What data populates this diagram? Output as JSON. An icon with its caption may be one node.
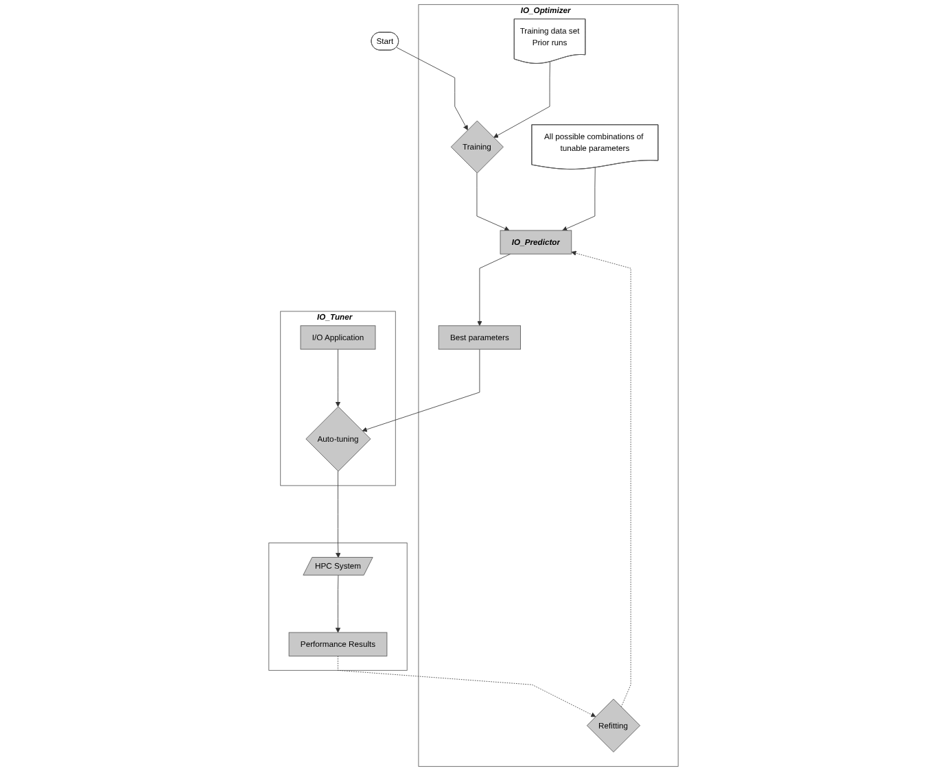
{
  "diagram": {
    "nodes": [
      {
        "text": [
          "Start"
        ]
      },
      {
        "text": [
          "IO_Optimizer"
        ]
      },
      {
        "text": [
          "Training data set",
          "Prior runs"
        ],
        "in": 1
      },
      {
        "text": [
          "Training"
        ],
        "in": 1
      },
      {
        "text": [
          "All possible combinations of tunable parameters"
        ],
        "in": 1
      },
      {
        "text": [
          "IO_Predictor"
        ],
        "in": 1
      },
      {
        "text": [
          "Refitting"
        ],
        "in": 1
      },
      {
        "text": [
          "Best parameters"
        ],
        "in": 1
      },
      {
        "text": [
          "IO_Tuner"
        ]
      },
      {
        "text": [
          "I/O Application"
        ],
        "in": 8
      },
      {
        "text": [
          "Auto-tuning"
        ],
        "in": 8
      },
      {
        "text": [],
        "shape": "box"
      },
      {
        "text": [
          "Performance Results"
        ],
        "in": 11
      },
      {
        "text": [
          "HPC System"
        ],
        "in": 11
      }
    ],
    "edges": [
      {
        "from": 0,
        "to": 3,
        "arrow": "to"
      },
      {
        "from": 2,
        "to": 3,
        "arrow": "to"
      },
      {
        "from": 3,
        "to": 5,
        "arrow": "to"
      },
      {
        "from": 4,
        "to": 5,
        "arrow": "to"
      },
      {
        "from": 6,
        "to": 5,
        "arrow": "to",
        "style": "dashed"
      },
      {
        "from": 5,
        "to": 7,
        "arrow": "to"
      },
      {
        "from": 7,
        "to": 10,
        "arrow": "to"
      },
      {
        "from": 9,
        "to": 10,
        "arrow": "to"
      },
      {
        "from": 10,
        "to": 13,
        "arrow": "to"
      },
      {
        "from": 13,
        "to": 12,
        "arrow": "to"
      },
      {
        "from": 12,
        "to": 6,
        "arrow": "to",
        "style": "dashed"
      }
    ]
  }
}
